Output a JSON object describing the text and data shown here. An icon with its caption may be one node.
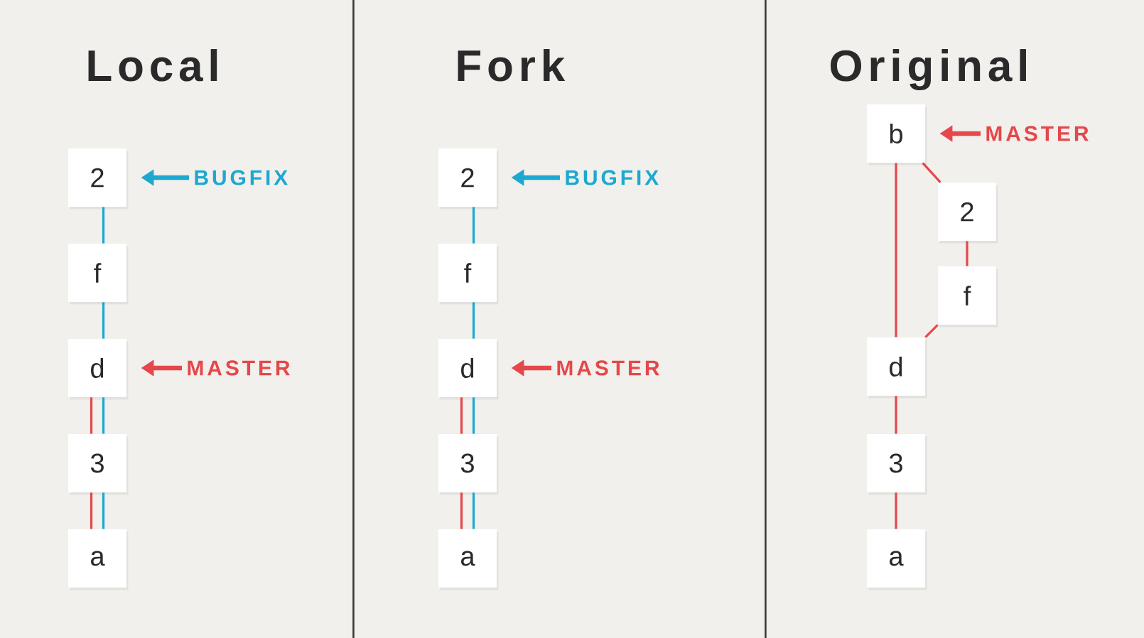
{
  "diagram": {
    "nodes": [
      {
        "text": [
          "2"
        ]
      },
      {
        "text": [
          "BUGFIX"
        ]
      },
      {
        "text": [
          "f"
        ]
      },
      {
        "text": [
          "d"
        ]
      },
      {
        "text": [
          "MASTER"
        ]
      },
      {
        "text": [
          "3"
        ]
      },
      {
        "text": [
          "a"
        ]
      },
      {
        "text": [
          "2"
        ]
      },
      {
        "text": [
          "BUGFIX"
        ]
      },
      {
        "text": [
          "f"
        ]
      },
      {
        "text": [
          "d"
        ]
      },
      {
        "text": [
          "MASTER"
        ]
      },
      {
        "text": [
          "3"
        ]
      },
      {
        "text": [
          "a"
        ]
      },
      {
        "text": [
          "b"
        ]
      },
      {
        "text": [
          "MASTER"
        ]
      },
      {
        "text": [
          "2"
        ]
      },
      {
        "text": [
          "f"
        ]
      },
      {
        "text": [
          "d"
        ]
      },
      {
        "text": [
          "3"
        ]
      },
      {
        "text": [
          "a"
        ]
      }
    ],
    "edges": [
      {
        "from": 0,
        "to": 2,
        "arrow": "none",
        "color": "#1da8d0"
      },
      {
        "from": 2,
        "to": 3,
        "arrow": "none",
        "color": "#1da8d0"
      },
      {
        "from": 3,
        "to": 5,
        "arrow": "none"
      },
      {
        "from": 3,
        "to": 5,
        "arrow": "none",
        "color": "#1da8d0"
      },
      {
        "from": 5,
        "to": 6,
        "arrow": "none"
      },
      {
        "from": 5,
        "to": 6,
        "arrow": "none",
        "color": "#1da8d0"
      },
      {
        "from": 1,
        "to": 0,
        "arrow": "to",
        "style": "thick",
        "color": "#1da8d0"
      },
      {
        "from": 4,
        "to": 3,
        "arrow": "to",
        "style": "thick"
      },
      {
        "from": 7,
        "to": 9,
        "arrow": "none",
        "color": "#1da8d0"
      },
      {
        "from": 9,
        "to": 10,
        "arrow": "none",
        "color": "#1da8d0"
      },
      {
        "from": 10,
        "to": 12,
        "arrow": "none"
      },
      {
        "from": 10,
        "to": 12,
        "arrow": "none",
        "color": "#1da8d0"
      },
      {
        "from": 12,
        "to": 13,
        "arrow": "none"
      },
      {
        "from": 12,
        "to": 13,
        "arrow": "none",
        "color": "#1da8d0"
      },
      {
        "from": 8,
        "to": 7,
        "arrow": "to",
        "style": "thick",
        "color": "#1da8d0"
      },
      {
        "from": 11,
        "to": 10,
        "arrow": "to",
        "style": "thick"
      },
      {
        "from": 14,
        "to": 18,
        "arrow": "none"
      },
      {
        "from": 14,
        "to": 16,
        "arrow": "none"
      },
      {
        "from": 16,
        "to": 17,
        "arrow": "none"
      },
      {
        "from": 17,
        "to": 18,
        "arrow": "none"
      },
      {
        "from": 18,
        "to": 19,
        "arrow": "none"
      },
      {
        "from": 19,
        "to": 20,
        "arrow": "none"
      },
      {
        "from": 15,
        "to": 14,
        "arrow": "to",
        "style": "thick"
      }
    ],
    "labels": [
      "Local",
      "Fork",
      "Original"
    ]
  }
}
